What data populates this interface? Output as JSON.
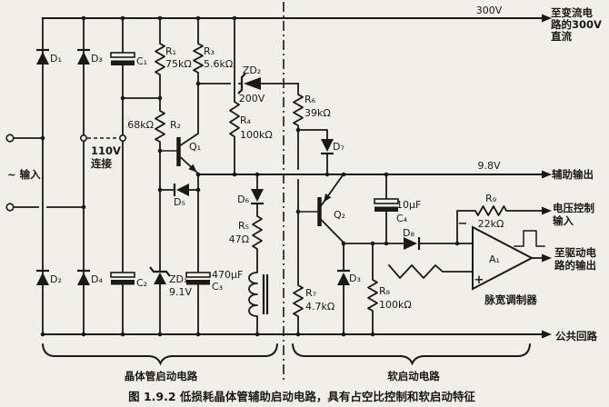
{
  "caption": "图 1.9.2  低损耗晶体管辅助启动电路，具有占空比控制和软启动特征",
  "sections": {
    "transistor_start": "晶体管启动电路",
    "soft_start": "软启动电路"
  },
  "ports": {
    "ac_input": "~ 输入",
    "link_110v": {
      "l1": "110V",
      "l2": "连接"
    },
    "dc300_rail": "300V",
    "dc300_out": {
      "l1": "至变流电",
      "l2": "路的300V",
      "l3": "直流"
    },
    "aux_rail": "9.8V",
    "aux_out": "辅助输出",
    "vctrl": {
      "l1": "电压控制",
      "l2": "输入"
    },
    "drive_out": {
      "l1": "至驱动电",
      "l2": "路的输出"
    },
    "common": "公共回路"
  },
  "components": {
    "d1": "D₁",
    "d2": "D₂",
    "d3a": "D₃",
    "d4": "D₄",
    "d3b": "D₃",
    "d5": "D₅",
    "d6": "D₆",
    "d7": "D₇",
    "d8": "D₈",
    "zd1": {
      "name": "ZD₁",
      "value": "9.1V"
    },
    "zd2": {
      "name": "ZD₂",
      "value": "200V"
    },
    "c1": "C₁",
    "c2": "C₂",
    "c3": {
      "name": "C₃",
      "value": "470μF"
    },
    "c4": {
      "name": "C₄",
      "value": "10μF"
    },
    "r1": {
      "name": "R₁",
      "value": "75kΩ"
    },
    "r2": {
      "name": "R₂",
      "value": "68kΩ"
    },
    "r3": {
      "name": "R₃",
      "value": "5.6kΩ"
    },
    "r4": {
      "name": "R₄",
      "value": "100kΩ"
    },
    "r5": {
      "name": "R₅",
      "value": "47Ω"
    },
    "r6": {
      "name": "R₆",
      "value": "39kΩ"
    },
    "r7": {
      "name": "R₇",
      "value": "4.7kΩ"
    },
    "r8": {
      "name": "R₈",
      "value": "100kΩ"
    },
    "r9": {
      "name": "R₉",
      "value": "22kΩ"
    },
    "q1": "Q₁",
    "q2": "Q₂",
    "a1": {
      "name": "A₁",
      "label": "脉宽调制器",
      "minus": "−",
      "plus": "+"
    }
  },
  "colors": {
    "ink": "#1c1913",
    "paper": "#f1efe9"
  }
}
